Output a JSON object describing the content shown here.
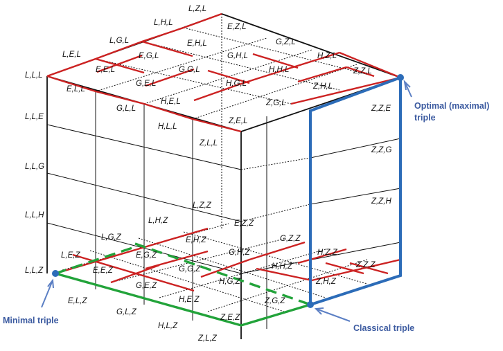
{
  "labels": {
    "lll": "L,L,L",
    "lle": "L,L,E",
    "llg": "L,L,G",
    "llh": "L,L,H",
    "llz": "L,L,Z",
    "lel": "L,E,L",
    "lgl": "L,G,L",
    "lhl": "L,H,L",
    "lzl": "L,Z,L",
    "ezl": "E,Z,L",
    "ehl": "E,H,L",
    "egl": "E,G,L",
    "eel": "E,E,L",
    "ell": "E,L,L",
    "gzl": "G,Z,L",
    "ghl": "G,H,L",
    "ggl": "G,G,L",
    "gel": "G,E,L",
    "gll": "G,L,L",
    "hzl": "H,Z,L",
    "hhl": "H,H,L",
    "hgl": "H,G,L",
    "hel": "H,E,L",
    "hll": "H,L,L",
    "zzl": "Z,Z,L",
    "zhl": "Z,H,L",
    "zgl": "Z,G,L",
    "zel": "Z,E,L",
    "zll": "Z,L,L",
    "zze": "Z,Z,E",
    "zzg": "Z,Z,G",
    "zzh": "Z,Z,H",
    "lzz": "L,Z,Z",
    "lhz": "L,H,Z",
    "lgz": "L,G,Z",
    "lez": "L,E,Z",
    "ezz": "E,Z,Z",
    "ehz": "E,H,Z",
    "egz": "E,G,Z",
    "eez": "E,E,Z",
    "elz": "E,L,Z",
    "gzz": "G,Z,Z",
    "ghz": "G,H,Z",
    "ggz": "G,G,Z",
    "gez": "G,E,Z",
    "glz": "G,L,Z",
    "hzz": "H,Z,Z",
    "hhz": "H,H,Z",
    "hgz": "H,G,Z",
    "hez": "H,E,Z",
    "hlz": "H,L,Z",
    "zzz": "Z,Z,Z",
    "zhz": "Z,H,Z",
    "zgz": "Z,G,Z",
    "zez": "Z,E,Z",
    "zlz": "Z,L,Z"
  },
  "annotations": {
    "optimal": "Optimal (maximal)",
    "optimal_line2": "triple",
    "minimal": "Minimal triple",
    "classical": "Classical triple"
  },
  "colors": {
    "red": "#cc2222",
    "green": "#22a33a",
    "blue": "#2c6cb8",
    "dot": "#2c6cb8",
    "arrow": "#5b7fc4",
    "line": "#111111"
  }
}
